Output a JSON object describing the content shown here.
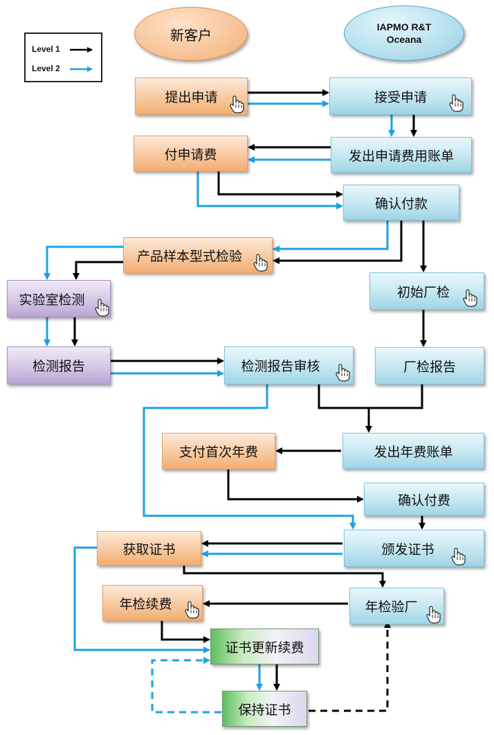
{
  "header": {
    "new_customer": "新客户",
    "org_name": "IAPMO R&T\nOceana"
  },
  "legend": {
    "level1": "Level 1",
    "level2": "Level 2",
    "level1_color": "#000000",
    "level2_color": "#1ba1e2"
  },
  "steps": {
    "submit_application": "提出申请",
    "accept_application": "接受申请",
    "pay_application_fee": "付申请费",
    "issue_fee_invoice": "发出申请费用账单",
    "confirm_payment": "确认付款",
    "product_sample_test": "产品样本型式检验",
    "lab_testing": "实验室检测",
    "initial_factory_inspection": "初始厂检",
    "test_report": "检测报告",
    "test_report_review": "检测报告审核",
    "factory_inspection_report": "厂检报告",
    "pay_first_annual_fee": "支付首次年费",
    "issue_annual_fee_invoice": "发出年费账单",
    "confirm_fee_payment": "确认付费",
    "obtain_certificate": "获取证书",
    "issue_certificate": "颁发证书",
    "annual_inspection_renewal": "年检续费",
    "annual_factory_inspection": "年检验厂",
    "certificate_renewal": "证书更新续费",
    "maintain_certificate": "保持证书"
  },
  "icons": {
    "pointer": "hand-pointer-icon"
  }
}
